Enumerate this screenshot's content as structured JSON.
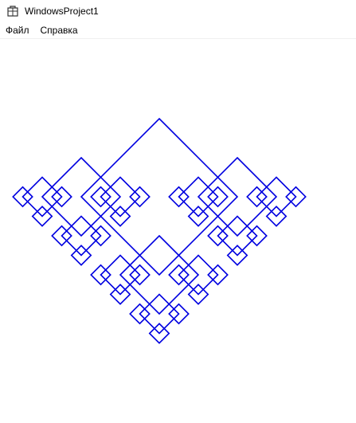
{
  "window": {
    "title": "WindowsProject1",
    "icon": "app-window-icon"
  },
  "menu": {
    "items": [
      {
        "label": "Файл"
      },
      {
        "label": "Справка"
      }
    ]
  },
  "canvas": {
    "stroke_color": "#0000e0",
    "background": "#ffffff",
    "fractal_depth": 4
  }
}
